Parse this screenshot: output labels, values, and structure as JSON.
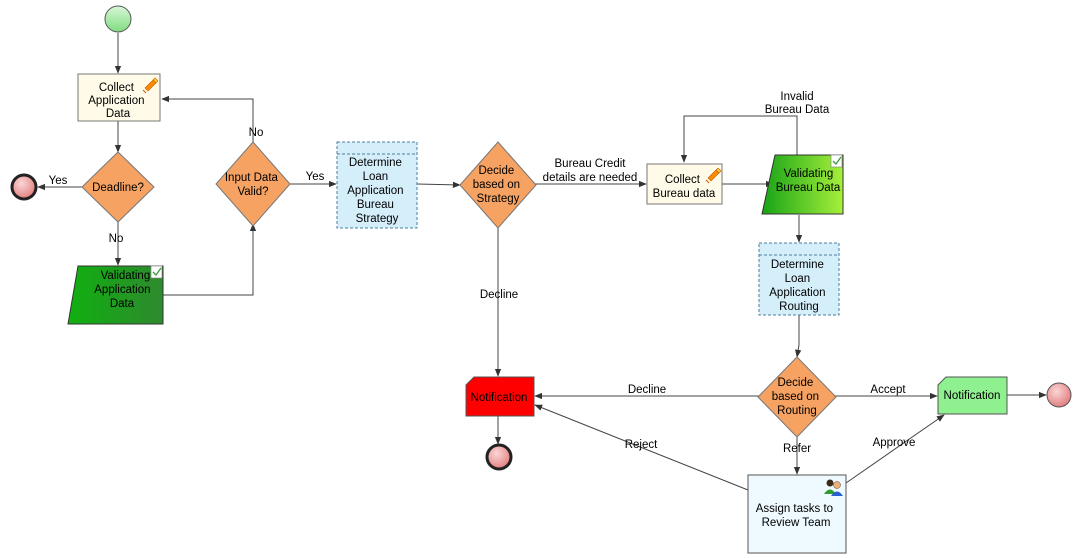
{
  "nodes": {
    "collect_app": [
      "Collect",
      "Application",
      "Data"
    ],
    "deadline": [
      "Deadline?"
    ],
    "validating_app": [
      "Validating",
      "Application",
      "Data"
    ],
    "input_valid": [
      "Input Data",
      "Valid?"
    ],
    "determine_bureau": [
      "Determine",
      "Loan",
      "Application",
      "Bureau",
      "Strategy"
    ],
    "decide_strategy": [
      "Decide",
      "based on",
      "Strategy"
    ],
    "collect_bureau": [
      "Collect",
      "Bureau data"
    ],
    "validating_bureau": [
      "Validating",
      "Bureau Data"
    ],
    "determine_routing": [
      "Determine",
      "Loan",
      "Application",
      "Routing"
    ],
    "decide_routing": [
      "Decide",
      "based on",
      "Routing"
    ],
    "notification_red": [
      "Notification"
    ],
    "notification_green": [
      "Notification"
    ],
    "assign_tasks": [
      "Assign tasks to",
      "Review Team"
    ]
  },
  "edge_labels": {
    "yes_deadline": "Yes",
    "no_deadline": "No",
    "no_input": "No",
    "yes_input": "Yes",
    "bureau_needed": [
      "Bureau Credit",
      "details are needed"
    ],
    "invalid_bureau": [
      "Invalid",
      "Bureau Data"
    ],
    "decline_strategy": "Decline",
    "decline_routing": "Decline",
    "accept": "Accept",
    "refer": "Refer",
    "reject": "Reject",
    "approve": "Approve"
  },
  "colors": {
    "start": "#9be89b",
    "end": "#e88c8c",
    "task_fill": "#fffbe8",
    "decision": "#f5a262",
    "service_fill": "#d4eefa",
    "green_data": "#1aa81a",
    "green_data2": "#8ee82a",
    "notify_red": "#ff0000",
    "notify_green": "#8ef08e",
    "human_fill": "#eefaff"
  },
  "icons": [
    "edit-pencil-icon",
    "checklist-icon",
    "people-icon"
  ]
}
